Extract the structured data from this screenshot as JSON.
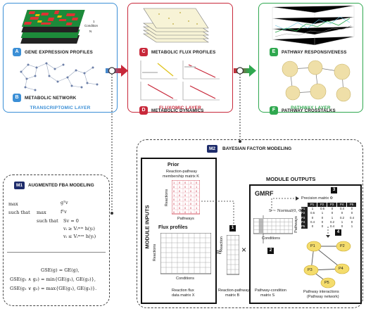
{
  "layers": {
    "transcriptomic": {
      "title": "TRANSCRIPTOMIC LAYER",
      "color": "#3b8fd6"
    },
    "fluxomic": {
      "title": "FLUXOMIC LAYER",
      "color": "#c8283a"
    },
    "pathway": {
      "title": "PATHWAY LAYER",
      "color": "#2fa84f"
    }
  },
  "panels": {
    "a": {
      "letter": "A",
      "label": "GENE EXPRESSION PROFILES",
      "axis_condition": "Condition",
      "axis_n": "N",
      "axis_1": "1"
    },
    "b": {
      "letter": "B",
      "label": "METABOLIC NETWORK"
    },
    "c": {
      "letter": "C",
      "label": "METABOLIC FLUX PROFILES"
    },
    "d": {
      "letter": "D",
      "label": "METABOLIC DYNAMICS"
    },
    "e": {
      "letter": "E",
      "label": "PATHWAY RESPONSIVENESS"
    },
    "f": {
      "letter": "F",
      "label": "PATHWAY CROSSTALKS"
    }
  },
  "m1": {
    "badge": "M1",
    "title": "AUGMENTED FBA MODELING",
    "max1": "max",
    "obj1": "gᵀv",
    "st1": "such that",
    "max2": "max",
    "obj2": "fᵀv",
    "st2": "such that",
    "c1": "Sv = 0",
    "c2": "vᵢ ≥ Vᵢᵐⁱⁿ h(yᵢ)",
    "c3": "vᵢ ≤ Vᵢᵐᵃˣ h(yᵢ)",
    "gse1": "GSE(g) = GE(g),",
    "gse2": "GSE(g₁ ∧ g₂) = min{GE(g₁), GE(g₂)},",
    "gse3": "GSE(g₁ ∨ g₂) = max{GE(g₁), GE(g₂)}."
  },
  "m2": {
    "badge": "M2",
    "title": "BAYESIAN FACTOR MODELING",
    "module_inputs": "MODULE  INPUTS",
    "module_outputs": "MODULE  OUTPUTS",
    "prior_title": "Prior",
    "prior_sub1": "Reaction-pathway",
    "prior_sub2": "membership matrix K",
    "reactions": "Reactions",
    "pathways": "Pathways",
    "flux_title": "Flux profiles",
    "conditions": "Conditions",
    "flux_cap1": "Reaction flux",
    "flux_cap2": "data matrix X",
    "approx": "≈",
    "times": "×",
    "reaction_axis": "Reaction",
    "b_cap1": "Reaction-pathway",
    "b_cap2": "matrix B",
    "gmrf": "GMRF",
    "s_formula": "S ~ Normal(0, Φ⁻¹)",
    "precision": "Precision matrix Φ",
    "s_cap1": "Pathway-condition",
    "s_cap2": "matrix S",
    "net_cap1": "Pathway interactions",
    "net_cap2": "(Pathway network)",
    "steps": [
      "1",
      "2",
      "3",
      "4"
    ],
    "phi_headers": [
      "P1",
      "P2",
      "P3",
      "P4",
      "P5"
    ],
    "phi_rows": [
      [
        "P1",
        "1",
        "0.6",
        "0",
        "0.4",
        "0"
      ],
      [
        "P2",
        "0.6",
        "1",
        "0",
        "0",
        "0"
      ],
      [
        "P3",
        "0",
        "0",
        "1",
        "0.2",
        "0.4"
      ],
      [
        "P4",
        "0.4",
        "0",
        "0.2",
        "1",
        "0"
      ],
      [
        "P5",
        "0",
        "0",
        "0.4",
        "0",
        "1"
      ]
    ],
    "nodes": [
      "P1",
      "P2",
      "P3",
      "P4",
      "P5"
    ]
  }
}
